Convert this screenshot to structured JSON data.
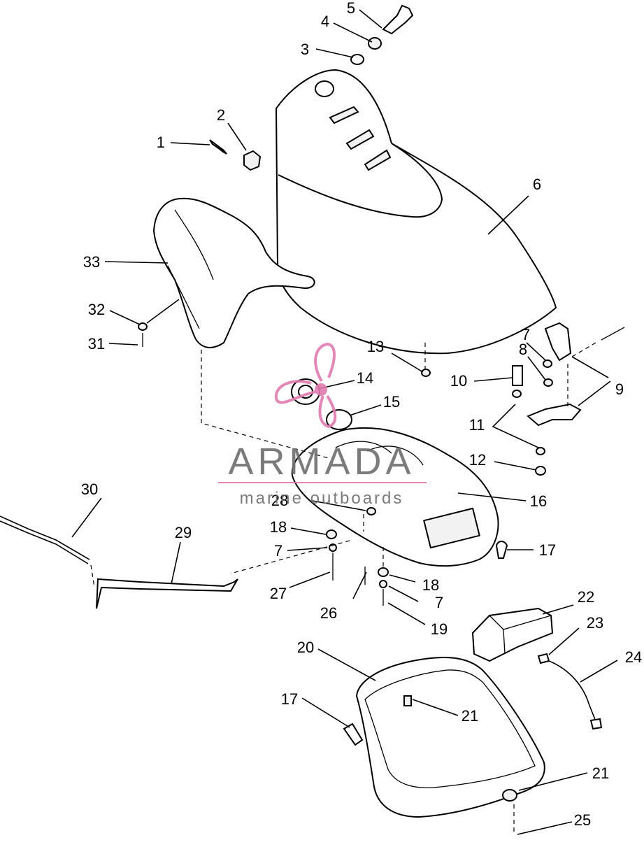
{
  "callouts": {
    "c1": "1",
    "c2": "2",
    "c3": "3",
    "c4": "4",
    "c5": "5",
    "c6": "6",
    "c7a": "7",
    "c7b": "7",
    "c7c": "7",
    "c8": "8",
    "c9": "9",
    "c10": "10",
    "c11": "11",
    "c12": "12",
    "c13": "13",
    "c14": "14",
    "c15": "15",
    "c16": "16",
    "c17a": "17",
    "c17b": "17",
    "c18a": "18",
    "c18b": "18",
    "c19": "19",
    "c20": "20",
    "c21a": "21",
    "c21b": "21",
    "c22": "22",
    "c23": "23",
    "c24": "24",
    "c25": "25",
    "c26": "26",
    "c27": "27",
    "c28": "28",
    "c29": "29",
    "c30": "30",
    "c31": "31",
    "c32": "32",
    "c33": "33"
  },
  "watermark": {
    "brand": "ARMADA",
    "tagline": "marine outboards",
    "logo_color": "#e07bb0",
    "text_color": "#6d6d6d"
  }
}
